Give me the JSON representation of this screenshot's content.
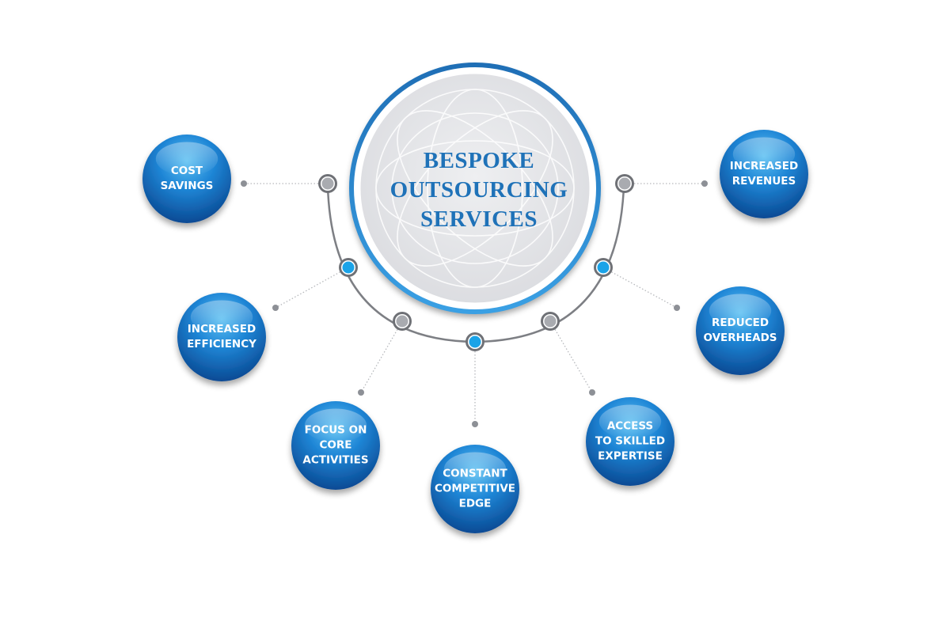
{
  "center": {
    "title_lines": [
      "BESPOKE",
      "OUTSOURCING",
      "SERVICES"
    ]
  },
  "benefits": [
    {
      "id": "cost-savings",
      "lines": [
        "COST",
        "SAVINGS"
      ],
      "connector": "grey"
    },
    {
      "id": "increased-efficiency",
      "lines": [
        "INCREASED",
        "EFFICIENCY"
      ],
      "connector": "blue"
    },
    {
      "id": "focus-on-core-activities",
      "lines": [
        "FOCUS ON",
        "CORE",
        "ACTIVITIES"
      ],
      "connector": "grey"
    },
    {
      "id": "constant-competitive-edge",
      "lines": [
        "CONSTANT",
        "COMPETITIVE",
        "EDGE"
      ],
      "connector": "blue"
    },
    {
      "id": "access-to-skilled-expertise",
      "lines": [
        "ACCESS",
        "TO SKILLED",
        "EXPERTISE"
      ],
      "connector": "grey"
    },
    {
      "id": "reduced-overheads",
      "lines": [
        "REDUCED",
        "OVERHEADS"
      ],
      "connector": "blue"
    },
    {
      "id": "increased-revenues",
      "lines": [
        "INCREASED",
        "REVENUES"
      ],
      "connector": "grey"
    }
  ],
  "colors": {
    "bubble_light": "#4fb3ee",
    "bubble_mid": "#1c7fd0",
    "bubble_dark": "#0b4f9a",
    "title": "#1f72b8",
    "connector_grey": "#8d9096",
    "connector_blue": "#1aa3e8",
    "arc": "#7d7f84",
    "center_fill": "#e6e7ea",
    "center_ring": "#1f72b8"
  }
}
